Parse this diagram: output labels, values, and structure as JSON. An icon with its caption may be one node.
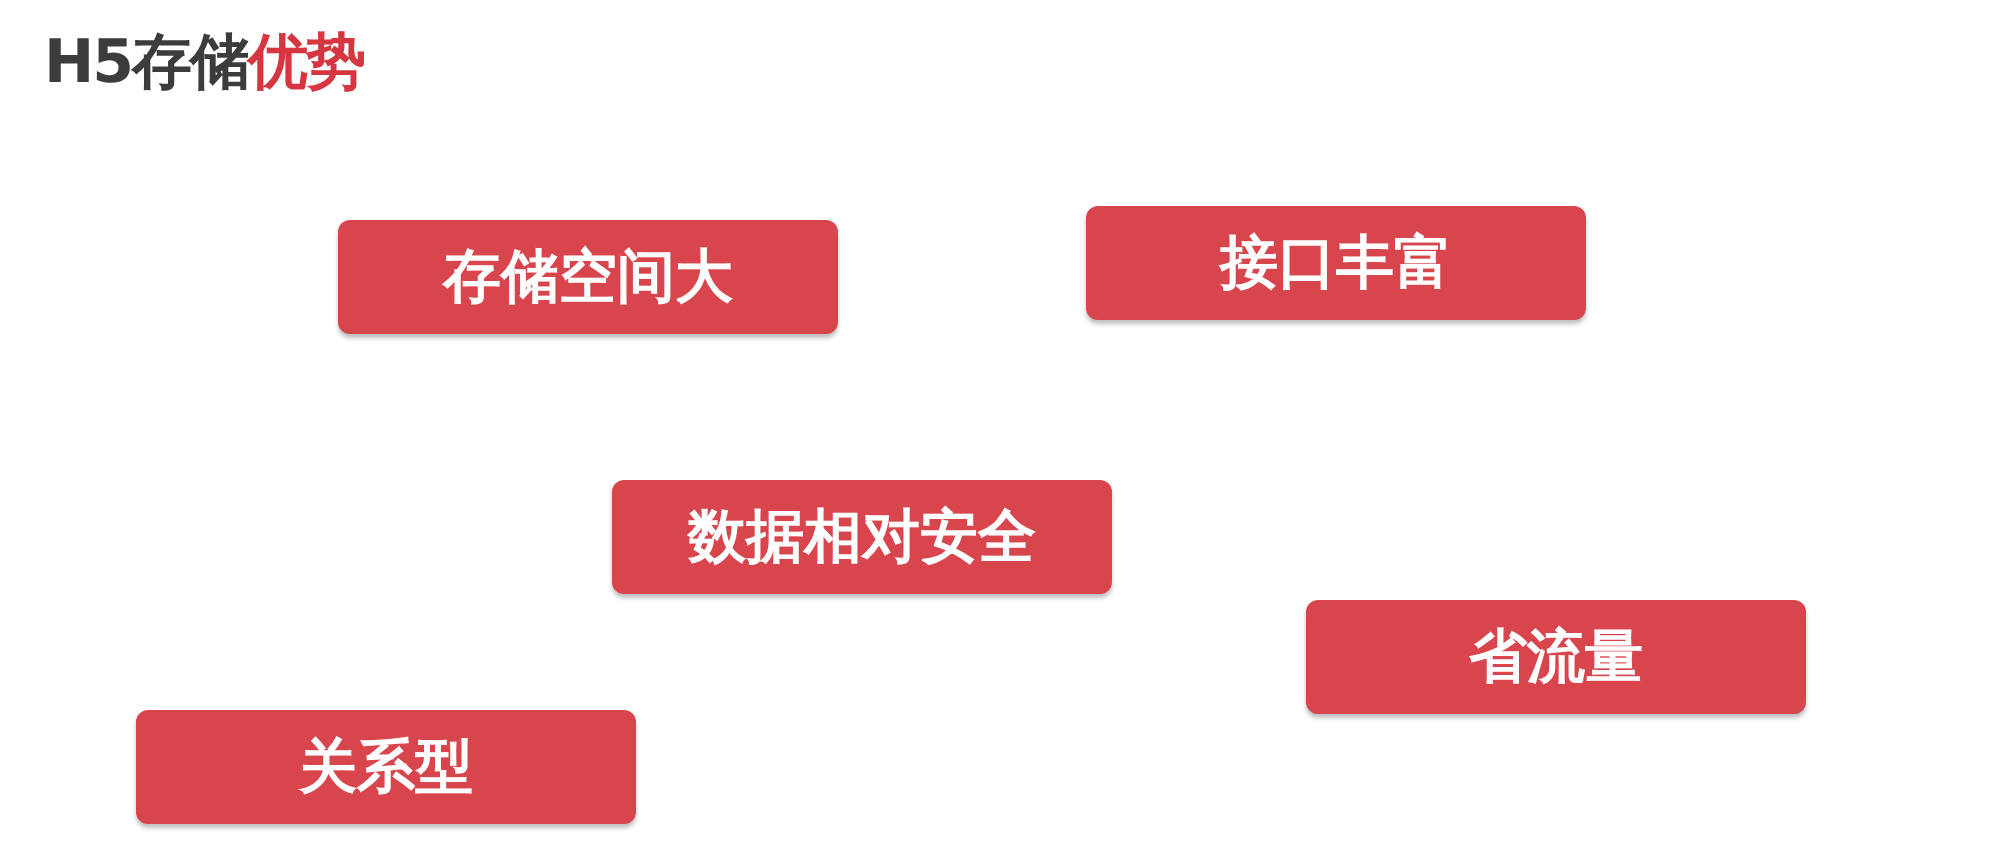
{
  "diagram": {
    "title": "H5存储**优势**",
    "nodes": [
      {
        "text": [
          "存储空间大"
        ]
      },
      {
        "text": [
          "接口丰富"
        ]
      },
      {
        "text": [
          "数据相对安全"
        ]
      },
      {
        "text": [
          "省流量"
        ]
      },
      {
        "text": [
          "关系型"
        ]
      }
    ]
  }
}
